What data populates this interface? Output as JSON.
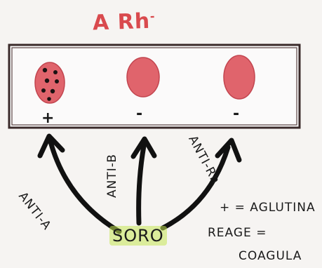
{
  "title": "A Rh",
  "title_superscript": "-",
  "drops": [
    {
      "name": "drop-anti-a",
      "sign": "+",
      "agglutinated": true
    },
    {
      "name": "drop-anti-b",
      "sign": "-",
      "agglutinated": false
    },
    {
      "name": "drop-anti-rh",
      "sign": "-",
      "agglutinated": false
    }
  ],
  "antibodies": [
    "ANTI-A",
    "ANTI-B",
    "ANTI-Rh"
  ],
  "source_label": "SORO",
  "legend": {
    "line1": "+ = AGLUTINA",
    "line2": "REAGE =",
    "line3": "COAGULA"
  },
  "colors": {
    "title": "#d94a4e",
    "drop": "#e0646c",
    "slide_border": "#3a2a2a",
    "soro_highlight": "#c4e654"
  }
}
